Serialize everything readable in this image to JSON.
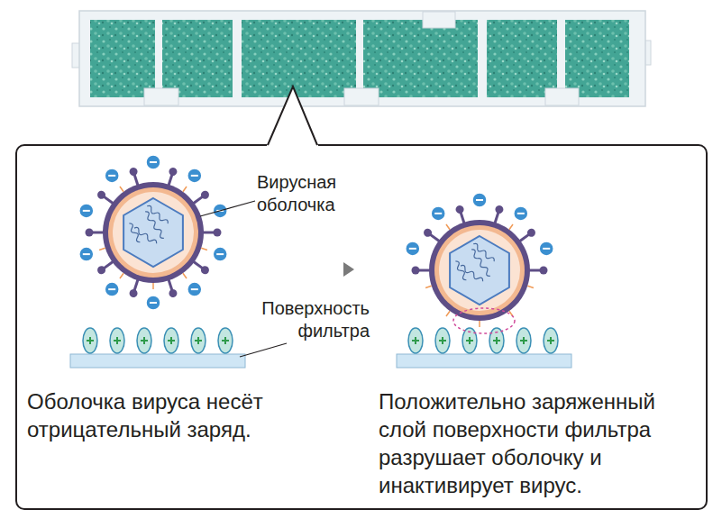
{
  "diagram": {
    "nodes": [
      {
        "text": [
          "Оболочка вируса несёт отрицательный заряд.",
          "Положительно заряженный слой поверхности фильтра разрушает оболочку и инактивирует вирус."
        ]
      }
    ],
    "labels": [
      "Вирусная оболочка",
      "Поверхность фильтра"
    ]
  }
}
